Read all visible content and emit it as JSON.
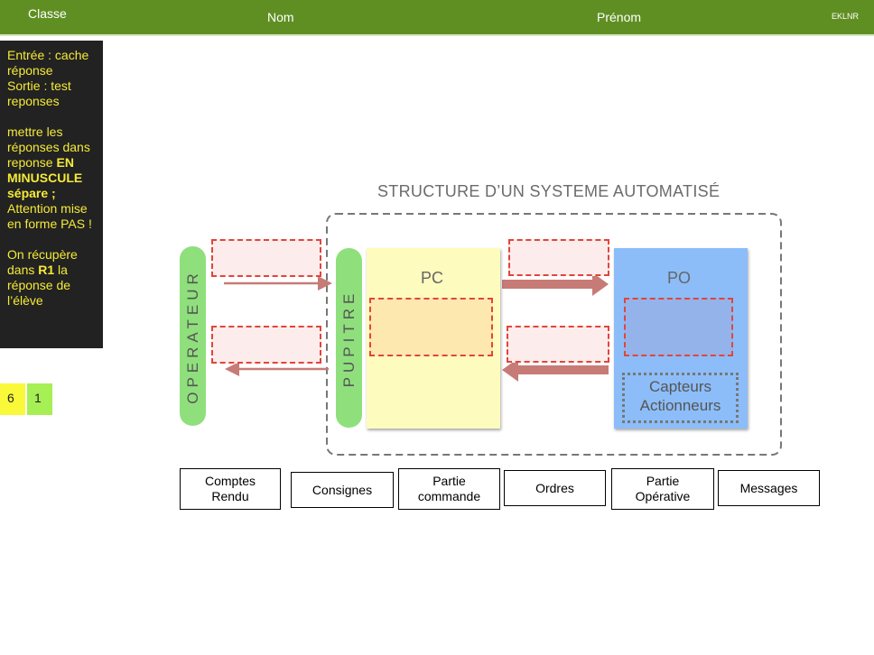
{
  "header": {
    "classe": "Classe",
    "nom": "Nom",
    "prenom": "Prénom",
    "code": "EKLNR"
  },
  "instructions": {
    "p1_line1": "Entrée : cache réponse",
    "p1_line2": "Sortie : test reponses",
    "p2_prefix": "mettre les réponses dans reponse ",
    "p2_bold": "EN MINUSCULE sépare ;",
    "p2_suffix": " Attention mise en forme PAS !",
    "p3_prefix": "On récupère dans ",
    "p3_bold": "R1",
    "p3_suffix": " la réponse de l’élève"
  },
  "counters": {
    "a": "6",
    "b": "1"
  },
  "diagram": {
    "title": "STRUCTURE D’UN SYSTEME AUTOMATISÉ",
    "operateur": "OPERATEUR",
    "pupitre": "PUPITRE",
    "pc": "PC",
    "po": "PO",
    "capteurs_line1": "Capteurs",
    "capteurs_line2": "Actionneurs"
  },
  "answers": [
    {
      "line1": "Comptes",
      "line2": "Rendu"
    },
    {
      "line1": "Consignes",
      "line2": ""
    },
    {
      "line1": "Partie",
      "line2": "commande"
    },
    {
      "line1": "Ordres",
      "line2": ""
    },
    {
      "line1": "Partie",
      "line2": "Opérative"
    },
    {
      "line1": "Messages",
      "line2": ""
    }
  ],
  "colors": {
    "header": "#5f8f22",
    "instructions_bg": "#222222",
    "instructions_text": "#f5ea37",
    "pill": "#8fe07c",
    "pc": "#fdfbbe",
    "po": "#8cbdf8",
    "arrow": "#c77b76",
    "dash_red": "#e0463a"
  }
}
